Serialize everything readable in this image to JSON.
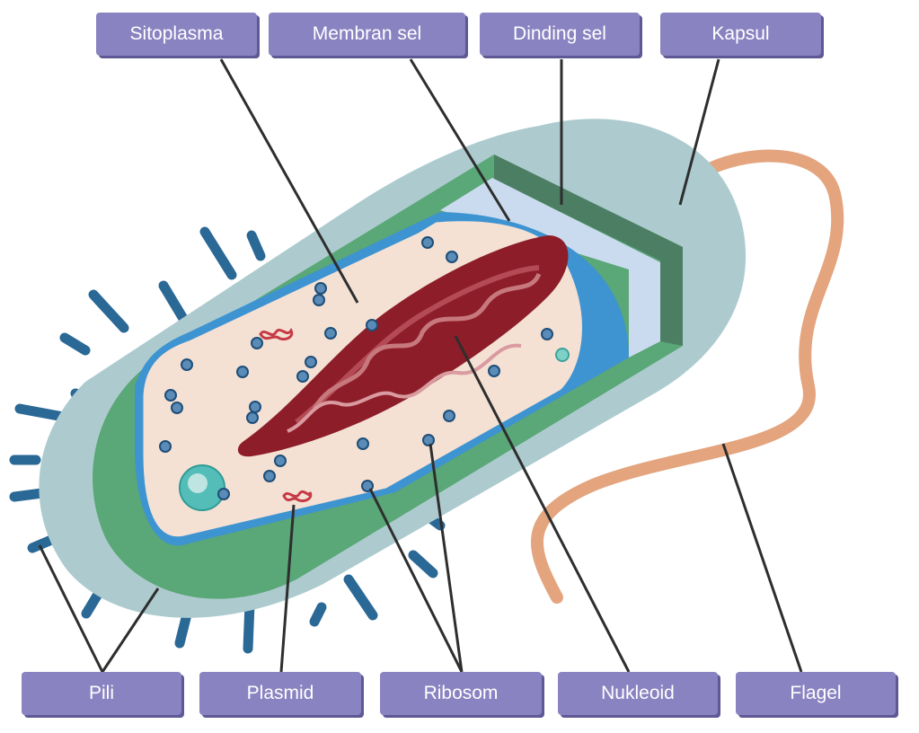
{
  "labels": {
    "sitoplasma": "Sitoplasma",
    "membran_sel": "Membran sel",
    "dinding_sel": "Dinding sel",
    "kapsul": "Kapsul",
    "pili": "Pili",
    "plasmid": "Plasmid",
    "ribosom": "Ribosom",
    "nukleoid": "Nukleoid",
    "flagel": "Flagel"
  },
  "colors": {
    "label_fill": "#8a83c1",
    "label_shadow": "#5e5894",
    "capsule": "#adcbcf",
    "cell_wall": "#5aa777",
    "cell_wall_cut": "#4c7e64",
    "membrane": "#3e93d1",
    "cytoplasm": "#f4e1d4",
    "nucleoid": "#8d1d28",
    "pili": "#2a6896",
    "flagellum": "#e3a47e",
    "leader": "#2e2e2e"
  }
}
